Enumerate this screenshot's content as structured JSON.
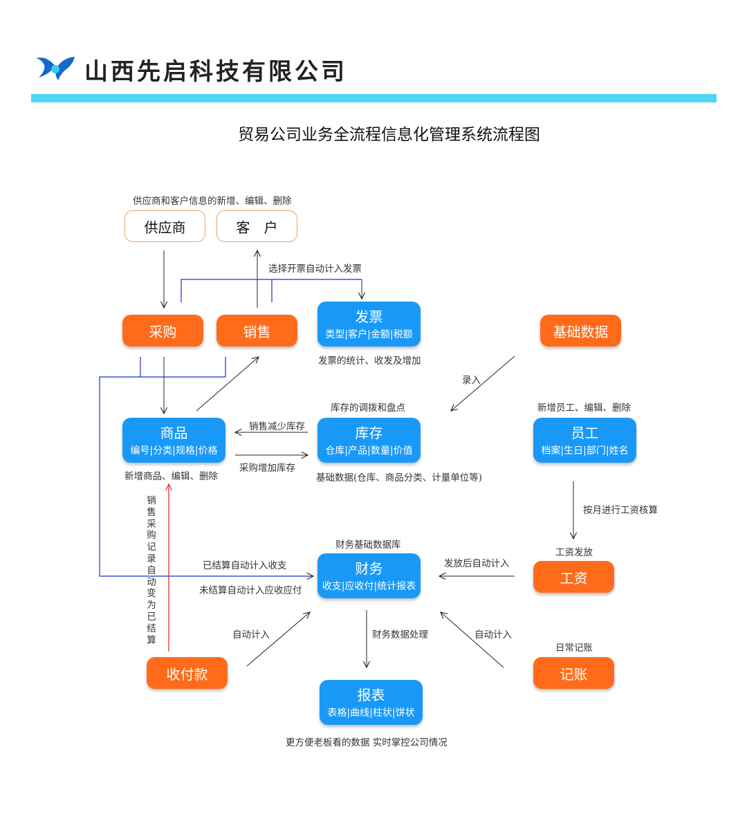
{
  "header": {
    "company": "山西先启科技有限公司",
    "bar_color": "#4dd6f5",
    "logo": "xianqi-logo"
  },
  "title": "贸易公司业务全流程信息化管理系统流程图",
  "colors": {
    "orange": "#ff6b1a",
    "blue": "#1999f7",
    "arrow_blue": "#1a2ec8",
    "arrow_red": "#e02020"
  },
  "nodes": {
    "supplier": "供应商",
    "customer": "客　户",
    "purchase": "采购",
    "sales": "销售",
    "invoice": {
      "title": "发票",
      "sub": "类型|客户|金额|税额"
    },
    "basic_data": "基础数据",
    "goods": {
      "title": "商品",
      "sub": "编号|分类|规格|价格"
    },
    "inventory": {
      "title": "库存",
      "sub": "仓库|产品|数量|价值"
    },
    "employee": {
      "title": "员工",
      "sub": "档案|生日|部门|姓名"
    },
    "finance": {
      "title": "财务",
      "sub": "收支|应收付|统计报表"
    },
    "salary": "工资",
    "payment": "收付款",
    "bookkeeping": "记账",
    "report": {
      "title": "报表",
      "sub": "表格|曲线|柱状|饼状"
    }
  },
  "labels": {
    "supplier_customer_note": "供应商和客户信息的新增、编辑、删除",
    "invoice_select": "选择开票自动计入发票",
    "invoice_note": "发票的统计、收发及增加",
    "entry": "录入",
    "inventory_note": "库存的调拨和盘点",
    "employee_note": "新增员工、编辑、删除",
    "sales_reduce": "销售减少库存",
    "purchase_increase": "采购增加库存",
    "goods_note": "新增商品、编辑、删除",
    "inventory_basic": "基础数据(仓库、商品分类、计量单位等)",
    "monthly_salary": "按月进行工资核算",
    "finance_db": "财务基础数据库",
    "salary_issue": "工资发放",
    "settled": "已结算自动计入收支",
    "after_issue": "发放后自动计入",
    "unsettled": "未结算自动计入应收应付",
    "sales_purchase_vertical": "销售采购记录自动变为已结算",
    "auto_in_left": "自动计入",
    "finance_process": "财务数据处理",
    "auto_in_right": "自动计入",
    "daily_bookkeeping": "日常记账",
    "report_note": "更方便老板看的数据 实时掌控公司情况"
  }
}
